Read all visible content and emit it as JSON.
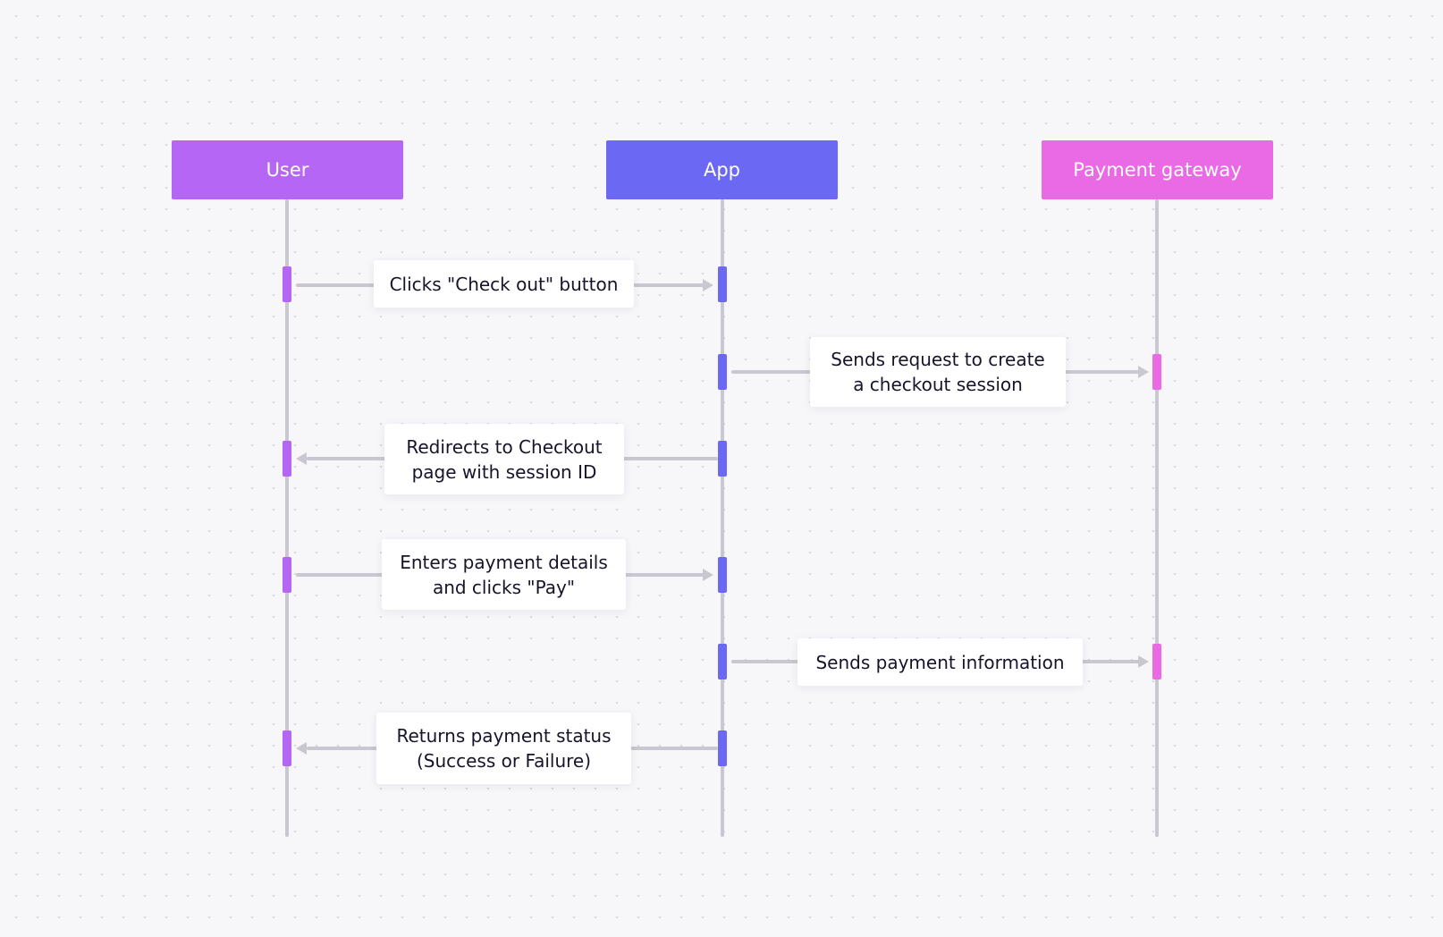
{
  "participants": [
    {
      "label": "User",
      "color": "#b566f5"
    },
    {
      "label": "App",
      "color": "#6b68f4"
    },
    {
      "label": "Payment gateway",
      "color": "#ea6ae6"
    }
  ],
  "messages": [
    {
      "from": "User",
      "to": "App",
      "text": "Clicks \"Check out\" button"
    },
    {
      "from": "App",
      "to": "Payment gateway",
      "text": "Sends request to create\na checkout session"
    },
    {
      "from": "App",
      "to": "User",
      "text": "Redirects to Checkout\npage with session ID"
    },
    {
      "from": "User",
      "to": "App",
      "text": "Enters payment details\nand clicks \"Pay\""
    },
    {
      "from": "App",
      "to": "Payment gateway",
      "text": "Sends payment information"
    },
    {
      "from": "App",
      "to": "User",
      "text": "Returns payment status\n(Success or Failure)"
    }
  ]
}
